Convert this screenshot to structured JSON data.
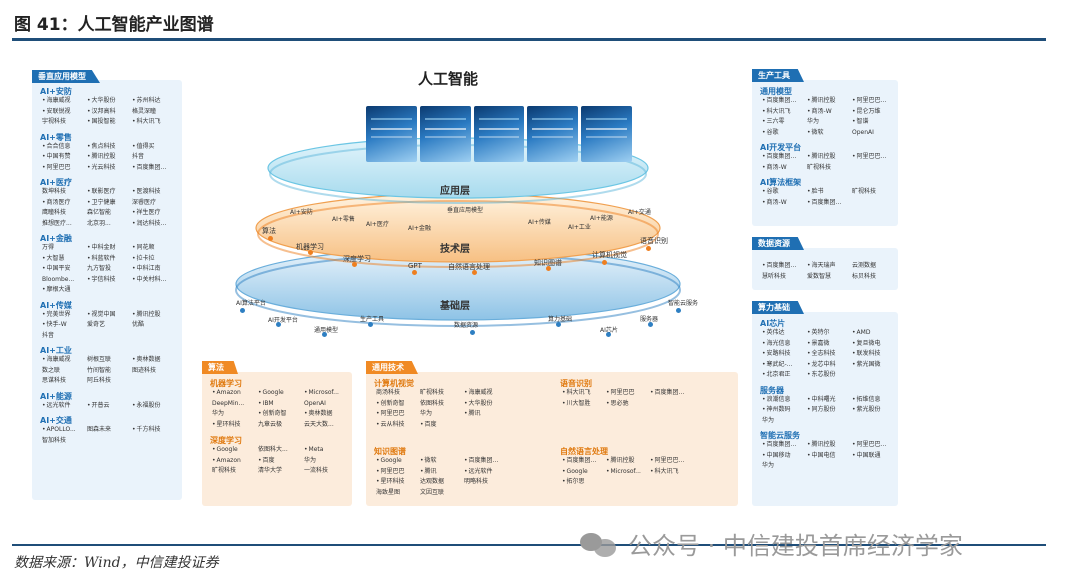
{
  "figure_title": "图 41：人工智能产业图谱",
  "source": "数据来源：Wind，中信建投证券",
  "watermark": "公众号 · 中信建投首席经济学家",
  "main_title": "人工智能",
  "layers": {
    "app": "应用层",
    "tech": "技术层",
    "base": "基础层"
  },
  "ring_top": [
    "AI+安防",
    "AI+零售",
    "AI+医疗",
    "AI+金融",
    "垂直应用模型",
    "AI+传媒",
    "AI+工业",
    "AI+能源",
    "AI+交通"
  ],
  "ring_mid": [
    "算法",
    "机器学习",
    "深度学习",
    "GPT",
    "自然语言处理",
    "知识图谱",
    "计算机视觉",
    "语音识别"
  ],
  "ring_bot": [
    "AI算法平台",
    "AI开发平台",
    "通用模型",
    "生产工具",
    "数据资源",
    "算力基础",
    "AI芯片",
    "服务器",
    "智能云服务"
  ],
  "left": {
    "tag": "垂直应用模型",
    "sections": [
      {
        "h": "AI+安防",
        "rows": [
          [
            "•海康威视",
            "•大华股份",
            "•苏州科达"
          ],
          [
            "•安联锐视",
            "•汉邦高科",
            "格灵深瞳"
          ],
          [
            "宇视科技",
            "•国投智能",
            "•科大讯飞"
          ]
        ]
      },
      {
        "h": "AI+零售",
        "rows": [
          [
            "•合合信息",
            "•焦点科技",
            "•值得买"
          ],
          [
            "•中国有赞",
            "•腾讯控股",
            "抖音"
          ],
          [
            "•阿里巴巴",
            "•光云科技",
            "•百度集团..."
          ]
        ]
      },
      {
        "h": "AI+医疗",
        "rows": [
          [
            "数坤科技",
            "•联影医疗",
            "•医渡科技"
          ],
          [
            "•商汤医疗",
            "•卫宁健康",
            "深睿医疗"
          ],
          [
            "鹰瞳科技",
            "森亿智能",
            "•祥生医疗"
          ],
          [
            "推想医疗...",
            "北京羽...",
            "•润达科技..."
          ]
        ]
      },
      {
        "h": "AI+金融",
        "rows": [
          [
            "万得",
            "•中科金财",
            "•同花顺"
          ],
          [
            "•大智慧",
            "•科蓝软件",
            "•拉卡拉"
          ],
          [
            "•中国平安",
            "九方智投",
            "•中科江南"
          ],
          [
            "Bloombe...",
            "•宇信科技",
            "•中关村科..."
          ],
          [
            "•摩根大通",
            "",
            ""
          ]
        ]
      },
      {
        "h": "AI+传媒",
        "rows": [
          [
            "•完美世界",
            "•视觉中国",
            "•腾讯控股"
          ],
          [
            "•快手-W",
            "爱奇艺",
            "优酷"
          ],
          [
            "抖音",
            "",
            ""
          ]
        ]
      },
      {
        "h": "AI+工业",
        "rows": [
          [
            "•海康威视",
            "树根互联",
            "•奥林数据"
          ],
          [
            "数之联",
            "竹间智能",
            "图迹科技"
          ],
          [
            "思谋科技",
            "阿丘科技",
            ""
          ]
        ]
      },
      {
        "h": "AI+能源",
        "rows": [
          [
            "•远光软件",
            "•开普云",
            "•永福股份"
          ]
        ]
      },
      {
        "h": "AI+交通",
        "rows": [
          [
            "•APOLLO...",
            "图森未来",
            "•千方科技"
          ],
          [
            "智加科技",
            "",
            ""
          ]
        ]
      }
    ]
  },
  "algo": {
    "tag": "算法",
    "ml_h": "机器学习",
    "ml_rows": [
      [
        "•Amazon",
        "•Google",
        "•Microsof..."
      ],
      [
        "DeepMin...",
        "•IBM",
        "OpenAI"
      ],
      [
        "华为",
        "•创新奇智",
        "•奥林数据"
      ],
      [
        "•星环科技",
        "九章云极",
        "云天大数..."
      ]
    ],
    "dl_h": "深度学习",
    "dl_rows": [
      [
        "•Google",
        "依图科大...",
        "•Meta"
      ],
      [
        "•Amazon",
        "•百度",
        "华为"
      ],
      [
        "旷视科技",
        "清华大学",
        "一流科技"
      ]
    ]
  },
  "general": {
    "tag": "通用技术",
    "cv_h": "计算机视觉",
    "cv_rows": [
      [
        "商汤科技",
        "旷视科技",
        "•海康威视"
      ],
      [
        "•创新奇智",
        "依图科技",
        "•大华股份"
      ],
      [
        "•阿里巴巴",
        "华为",
        "•腾讯"
      ],
      [
        "•云从科技",
        "•百度",
        ""
      ]
    ],
    "kg_h": "知识图谱",
    "kg_rows": [
      [
        "•Google",
        "•微软",
        "•百度集团..."
      ],
      [
        "•阿里巴巴",
        "•腾讯",
        "•远光软件"
      ],
      [
        "•星环科技",
        "达观数据",
        "明略科技"
      ],
      [
        "海致星图",
        "文因互联",
        ""
      ]
    ],
    "speech_h": "语音识别",
    "speech_rows": [
      [
        "•科大讯飞",
        "•阿里巴巴",
        "•百度集团..."
      ],
      [
        "•川大智胜",
        "•思必驰",
        ""
      ]
    ],
    "nlp_h": "自然语言处理",
    "nlp_rows": [
      [
        "•百度集团...",
        "•腾讯控股",
        "•阿里巴巴..."
      ],
      [
        "•Google",
        "•Microsof...",
        "•科大讯飞"
      ],
      [
        "•拓尔思",
        "",
        ""
      ]
    ]
  },
  "right": {
    "tools_tag": "生产工具",
    "tools": [
      {
        "h": "通用模型",
        "rows": [
          [
            "•百度集团...",
            "•腾讯控股",
            "•阿里巴巴..."
          ],
          [
            "•科大讯飞",
            "•商汤-W",
            "•昆仑万维"
          ],
          [
            "•三六零",
            "华为",
            "•智谱"
          ],
          [
            "•谷歌",
            "•微软",
            "OpenAI"
          ]
        ]
      },
      {
        "h": "AI开发平台",
        "rows": [
          [
            "•百度集团...",
            "•腾讯控股",
            "•阿里巴巴..."
          ],
          [
            "•商汤-W",
            "旷视科技",
            ""
          ]
        ]
      },
      {
        "h": "AI算法框架",
        "rows": [
          [
            "•谷歌",
            "•脸书",
            "旷视科技"
          ],
          [
            "•商汤-W",
            "•百度集团...",
            ""
          ]
        ]
      }
    ],
    "data_tag": "数据资源",
    "data_rows": [
      [
        "•百度集团...",
        "•海天瑞声",
        "云测数据"
      ],
      [
        "慧听科技",
        "爱数智慧",
        "标贝科技"
      ]
    ],
    "compute_tag": "算力基础",
    "compute": [
      {
        "h": "AI芯片",
        "rows": [
          [
            "•英伟达",
            "•英特尔",
            "•AMD"
          ],
          [
            "•海光信息",
            "•景嘉微",
            "•复旦微电"
          ],
          [
            "•安路科技",
            "•全志科技",
            "•联发科技"
          ],
          [
            "•寒武纪-...",
            "•龙芯中科",
            "•紫光国微"
          ],
          [
            "•北京君正",
            "•东芯股份",
            ""
          ]
        ]
      },
      {
        "h": "服务器",
        "rows": [
          [
            "•浪潮信息",
            "•中科曙光",
            "•拓维信息"
          ],
          [
            "•神州数码",
            "•同方股份",
            "•紫光股份"
          ],
          [
            "华为",
            "",
            ""
          ]
        ]
      },
      {
        "h": "智能云服务",
        "rows": [
          [
            "•百度集团...",
            "•腾讯控股",
            "•阿里巴巴..."
          ],
          [
            "•中国移动",
            "•中国电信",
            "•中国联通"
          ],
          [
            "华为",
            "",
            ""
          ]
        ]
      }
    ]
  },
  "colors": {
    "accent_blue": "#1f6fb3",
    "accent_orange": "#f08a24",
    "rule": "#1f4e79"
  }
}
